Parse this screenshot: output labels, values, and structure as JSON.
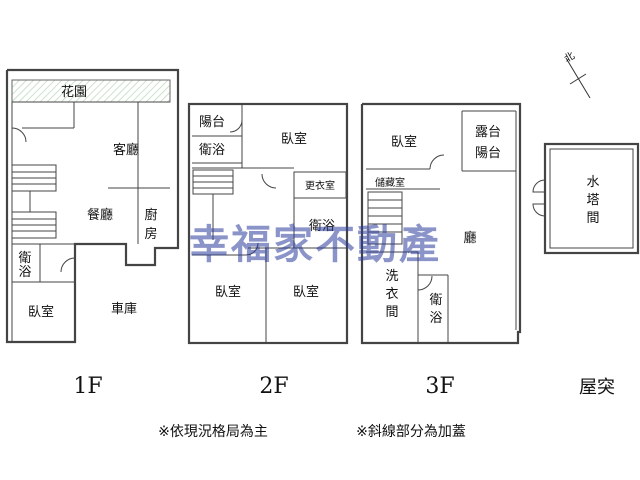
{
  "watermark": "幸福家不動產",
  "compass_label": "北",
  "floors": [
    {
      "label": "1F",
      "rooms": {
        "garden": "花園",
        "living": "客廳",
        "dining": "餐廳",
        "kitchen": "廚房",
        "bath": "衛浴",
        "bedroom": "臥室",
        "garage": "車庫"
      }
    },
    {
      "label": "2F",
      "rooms": {
        "balcony": "陽台",
        "bath_a": "衛浴",
        "bedroom_a": "臥室",
        "dressing": "更衣室",
        "bath_b": "衛浴",
        "bedroom_b": "臥室",
        "bedroom_c": "臥室"
      }
    },
    {
      "label": "3F",
      "rooms": {
        "bedroom": "臥室",
        "terrace": "露台",
        "balcony": "陽台",
        "storage": "儲藏室",
        "hall": "廳",
        "laundry": "洗衣間",
        "bath": "衛浴"
      }
    },
    {
      "label": "屋突",
      "rooms": {
        "water_tower": "水塔間"
      }
    }
  ],
  "notes": {
    "left": "※依現況格局為主",
    "right": "※斜線部分為加蓋"
  }
}
